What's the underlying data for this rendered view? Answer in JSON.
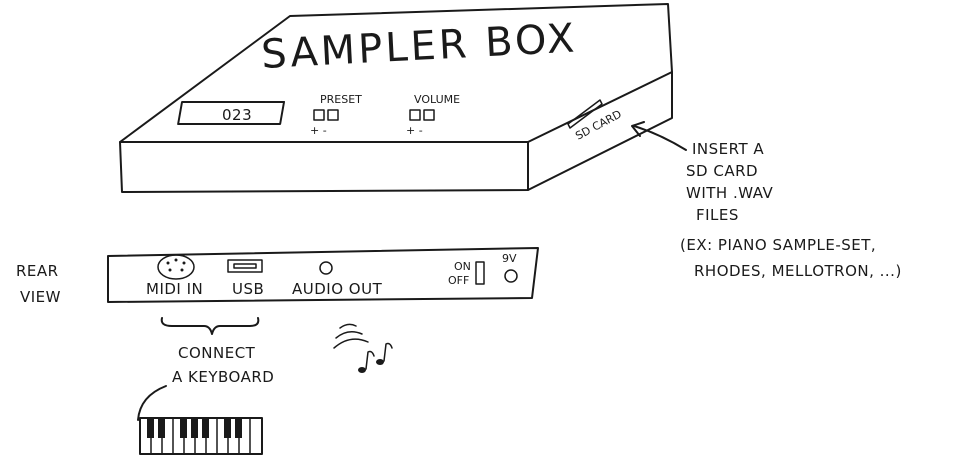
{
  "box": {
    "title": "SAMPLER BOX",
    "display": "023",
    "preset_label": "PRESET",
    "volume_label": "VOLUME",
    "plus_minus": "+ -",
    "sd_card_label": "SD CARD"
  },
  "note": {
    "lines": [
      "INSERT A",
      "SD CARD",
      "WITH .WAV",
      "FILES",
      "(EX: PIANO SAMPLE-SET,",
      "RHODES, MELLOTRON, ...)"
    ]
  },
  "rear": {
    "view_label_1": "REAR",
    "view_label_2": "VIEW",
    "midi_in": "MIDI IN",
    "usb": "USB",
    "audio_out": "AUDIO OUT",
    "on": "ON",
    "off": "OFF",
    "power": "9V"
  },
  "keyboard": {
    "line1": "CONNECT",
    "line2": "A KEYBOARD"
  }
}
